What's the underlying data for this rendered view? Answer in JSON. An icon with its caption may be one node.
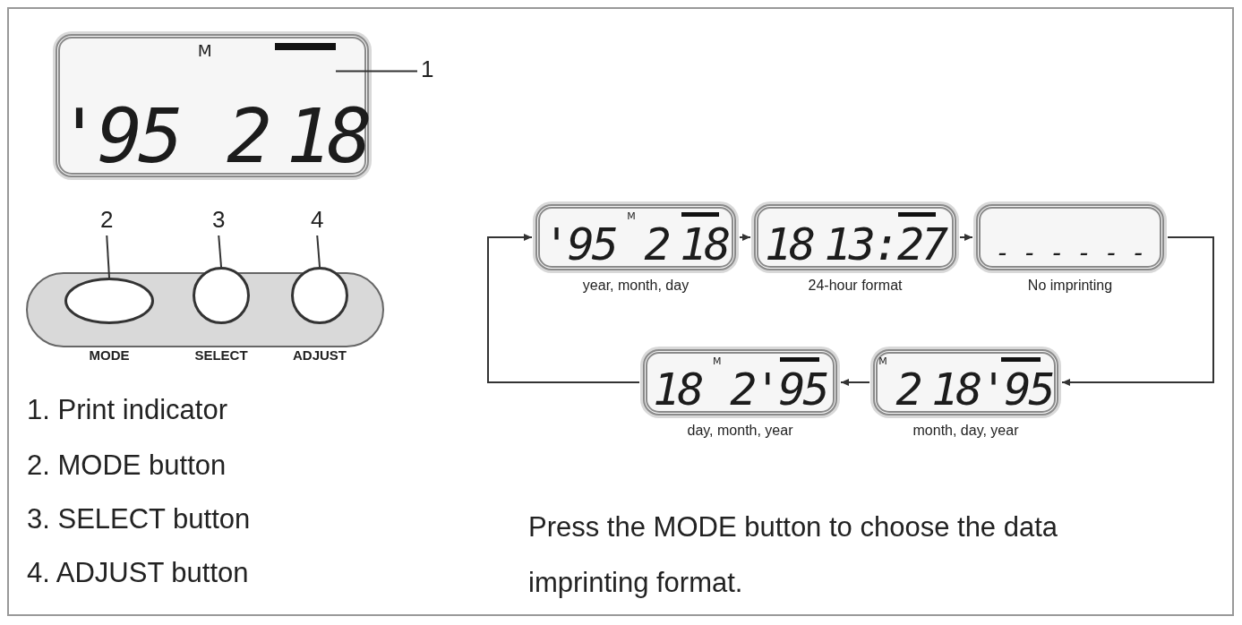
{
  "diagram": {
    "nodes": [
      {
        "text": [
          "'95",
          "M",
          "2",
          "18"
        ]
      },
      {
        "text": [],
        "shape": "bar",
        "in": 0
      },
      {
        "text": [
          "1"
        ]
      },
      {
        "text": [
          "2"
        ]
      },
      {
        "text": [
          "3"
        ]
      },
      {
        "text": [
          "4"
        ]
      },
      {
        "text": [],
        "shape": "circle",
        "beside": [
          "MODE"
        ]
      },
      {
        "text": [],
        "shape": "circle",
        "beside": [
          "SELECT"
        ]
      },
      {
        "text": [],
        "shape": "circle",
        "beside": [
          "ADJUST"
        ]
      },
      {
        "text": [
          "'95",
          "M",
          "2",
          "18"
        ],
        "beside": [
          "year, month, day"
        ]
      },
      {
        "text": [
          "18",
          "13:27"
        ],
        "beside": [
          "24-hour format"
        ]
      },
      {
        "text": [
          "- - - - - -"
        ],
        "beside": [
          "No imprinting"
        ]
      },
      {
        "text": [
          "18",
          "M",
          "2'95"
        ],
        "beside": [
          "day, month, year"
        ]
      },
      {
        "text": [
          "M",
          "2",
          "18'95"
        ],
        "beside": [
          "month, day, year"
        ]
      }
    ],
    "edges": [
      {
        "from": 2,
        "to": 1,
        "arrow": "none"
      },
      {
        "from": 3,
        "to": 6,
        "arrow": "none"
      },
      {
        "from": 4,
        "to": 7,
        "arrow": "none"
      },
      {
        "from": 5,
        "to": 8,
        "arrow": "none"
      },
      {
        "from": 9,
        "to": 10,
        "arrow": "to"
      },
      {
        "from": 10,
        "to": 11,
        "arrow": "to"
      },
      {
        "from": 11,
        "to": 13,
        "arrow": "to"
      },
      {
        "from": 13,
        "to": 12,
        "arrow": "to"
      },
      {
        "from": 12,
        "to": 9,
        "arrow": "to"
      }
    ],
    "labels": [
      "1. Print indicator",
      "2. MODE button",
      "3. SELECT button",
      "4. ADJUST button",
      "Press the MODE button to choose the data imprinting format."
    ]
  }
}
